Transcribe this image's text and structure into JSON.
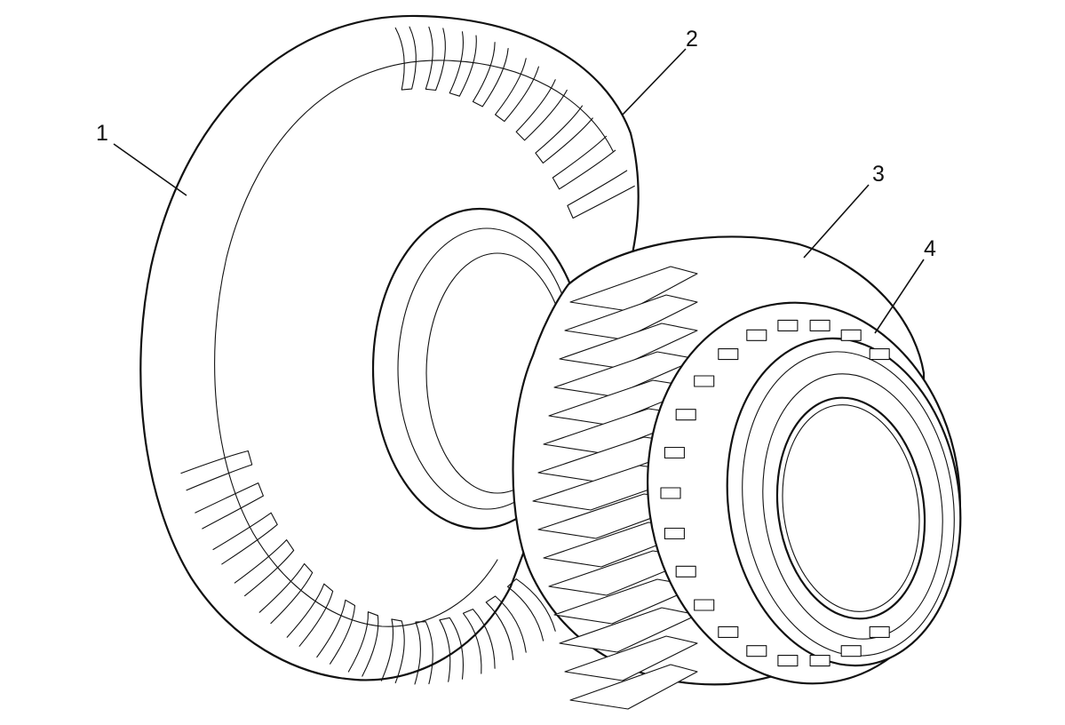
{
  "diagram": {
    "callouts": [
      {
        "id": "1",
        "label": "1"
      },
      {
        "id": "2",
        "label": "2"
      },
      {
        "id": "3",
        "label": "3"
      },
      {
        "id": "4",
        "label": "4"
      }
    ],
    "line_color": "#111111",
    "background": "#ffffff"
  }
}
